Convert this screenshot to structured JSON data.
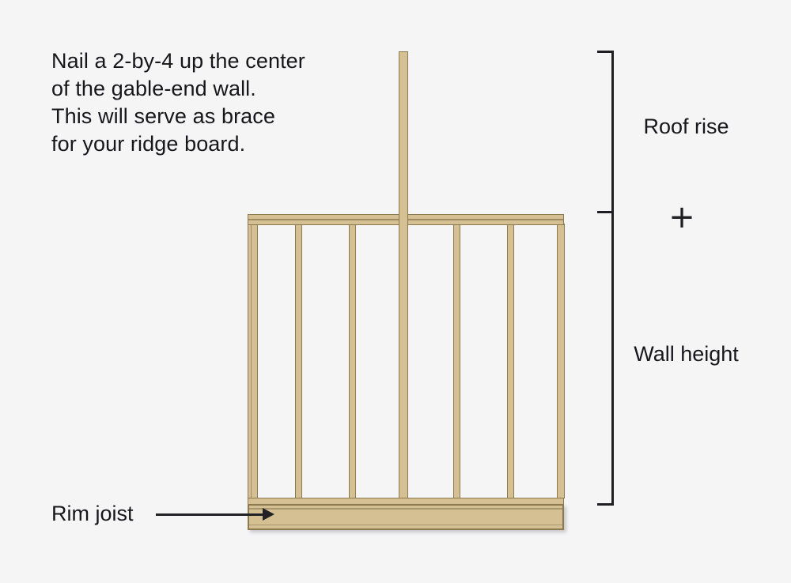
{
  "colors": {
    "background": "#f5f5f6",
    "wood_fill": "#d5c094",
    "wood_edge": "#8b7950",
    "annotation_line": "#1e1e23",
    "text": "#17171b"
  },
  "instruction": {
    "lines": [
      "Nail a 2-by-4 up the center",
      "of the gable-end wall.",
      "This will serve as brace",
      "for your ridge board."
    ]
  },
  "measurements": {
    "roof_rise_label": "Roof rise",
    "plus_sign": "+",
    "wall_height_label": "Wall height"
  },
  "callouts": {
    "rim_joist_label": "Rim joist"
  }
}
